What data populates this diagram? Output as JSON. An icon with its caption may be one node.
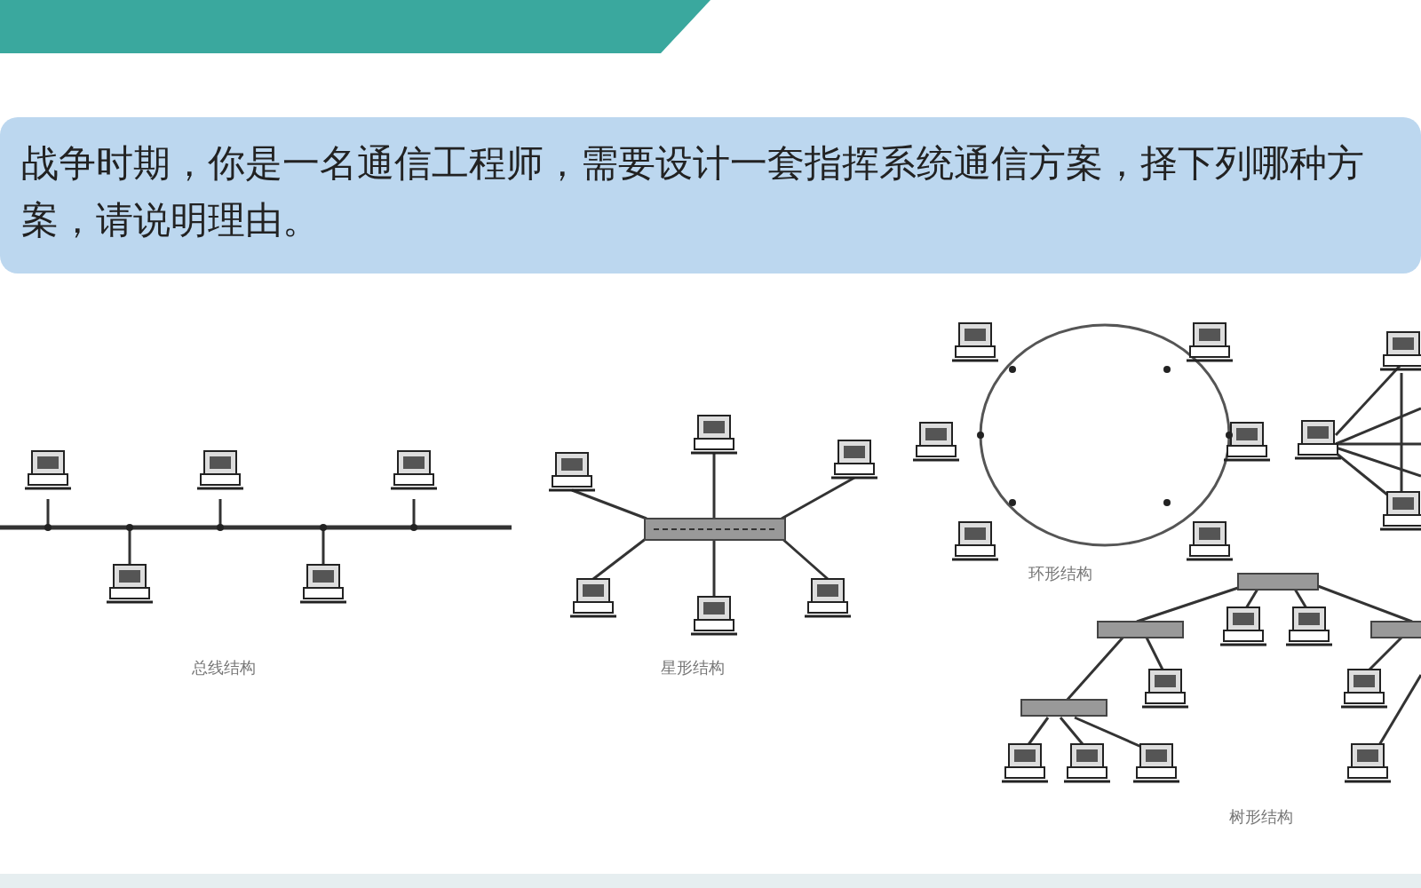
{
  "diagram": {
    "title": "战争时期，你是一名通信工程师，需要设计一套指挥系统通信方案，择下列哪种方案，请说明理由。",
    "labels": [
      "总线结构",
      "星形结构",
      "环形结构",
      "树形结构"
    ]
  }
}
